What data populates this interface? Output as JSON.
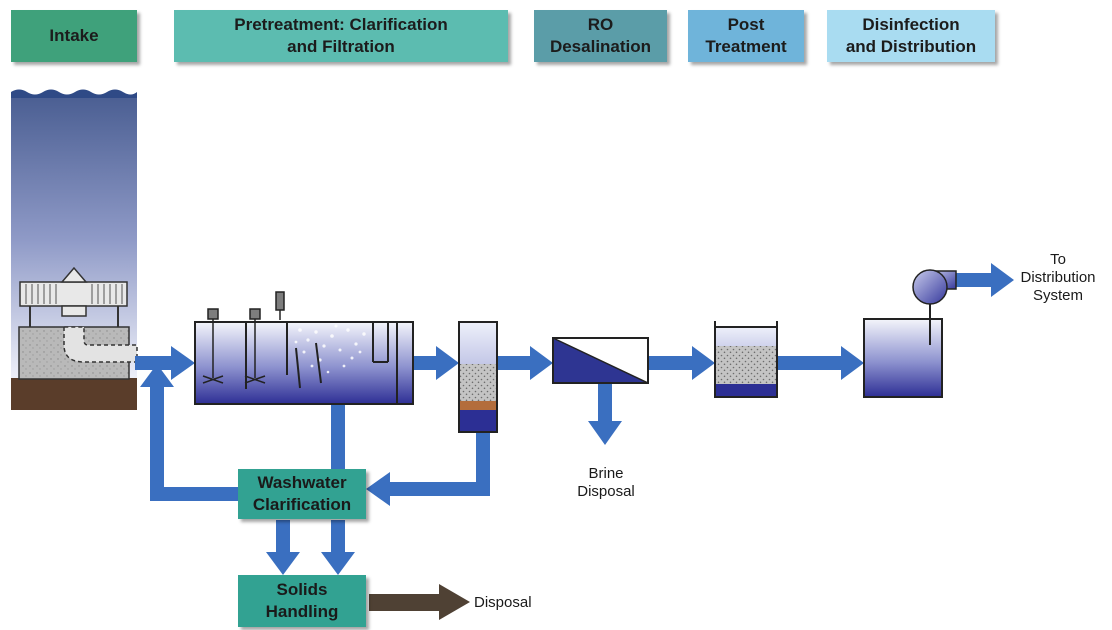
{
  "stages": [
    {
      "label": "Intake",
      "color": "#3fa17b"
    },
    {
      "label": "Pretreatment: Clarification\nand Filtration",
      "color": "#5cbcb0"
    },
    {
      "label": "RO\nDesalination",
      "color": "#5b9da8"
    },
    {
      "label": "Post\nTreatment",
      "color": "#6fb4da"
    },
    {
      "label": "Disinfection\nand Distribution",
      "color": "#a9dcf1"
    }
  ],
  "processes": {
    "washwater": "Washwater\nClarification",
    "solids": "Solids\nHandling"
  },
  "labels": {
    "brine": "Brine\nDisposal",
    "disposal": "Disposal",
    "distribution": "To\nDistribution\nSystem"
  },
  "colors": {
    "flow": "#3a6fc0",
    "process": "#32a292",
    "disposal_arrow": "#4f4134"
  }
}
